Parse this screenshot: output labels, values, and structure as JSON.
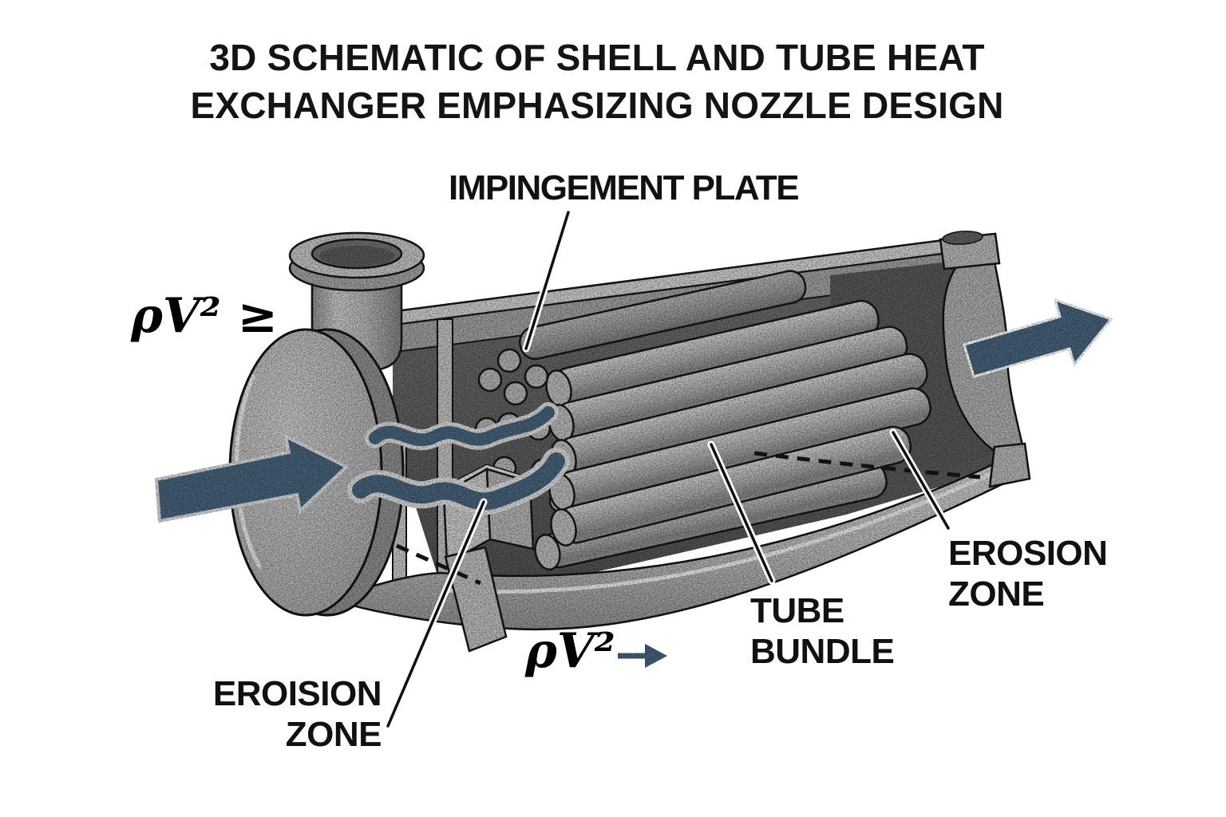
{
  "title": {
    "line1": "3D SCHEMATIC OF SHELL AND TUBE HEAT",
    "line2": "EXCHANGER EMPHASIZING NOZZLE DESIGN"
  },
  "annotations": {
    "impingement_plate": "IMPINGEMENT PLATE",
    "tube_bundle": {
      "line1": "TUBE",
      "line2": "BUNDLE"
    },
    "erosion_zone_right": {
      "line1": "EROSION",
      "line2": "ZONE"
    },
    "erosion_zone_left": {
      "line1": "EROISION",
      "line2": "ZONE"
    },
    "momentum_inlet": "ρV² ≥",
    "momentum_internal": "ρV²"
  },
  "colors": {
    "flow_arrow": "#46627a",
    "metal_gray": "#ababab",
    "interior_gray": "#5c5c5c",
    "outline": "#161616",
    "label_text": "#111111",
    "background": "#ffffff"
  }
}
